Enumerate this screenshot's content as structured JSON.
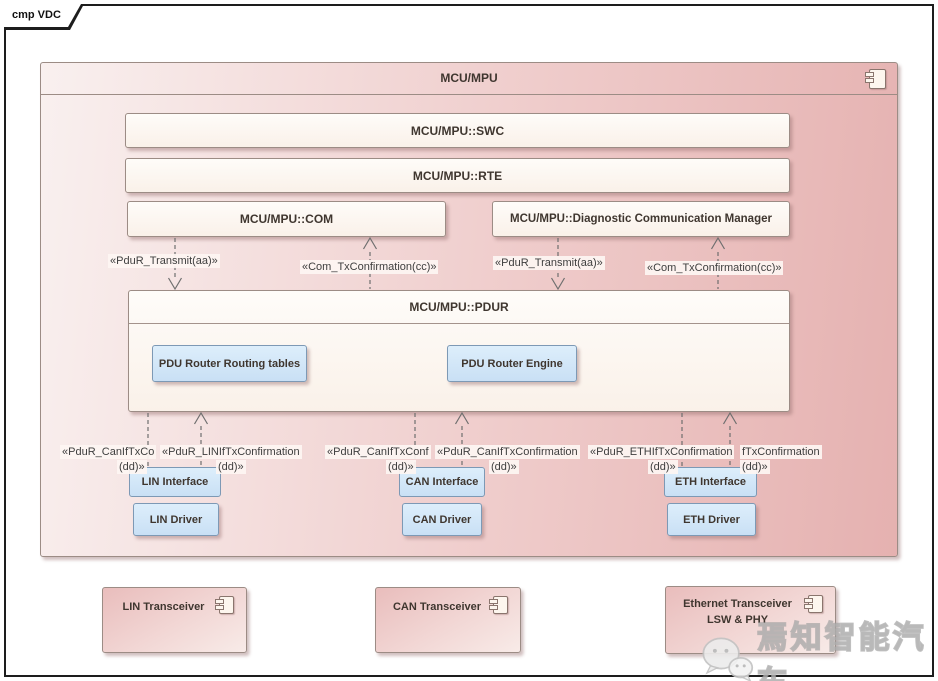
{
  "frame": {
    "tab": "cmp VDC"
  },
  "mcu": {
    "title": "MCU/MPU",
    "swc": "MCU/MPU::SWC",
    "rte": "MCU/MPU::RTE",
    "com": "MCU/MPU::COM",
    "dcm": "MCU/MPU::Diagnostic Communication Manager",
    "pdur": {
      "title": "MCU/MPU::PDUR",
      "routing_tables": "PDU Router Routing tables",
      "engine": "PDU Router Engine"
    },
    "lin": {
      "interface": "LIN Interface",
      "driver": "LIN Driver"
    },
    "can": {
      "interface": "CAN Interface",
      "driver": "CAN Driver"
    },
    "eth": {
      "interface": "ETH Interface",
      "driver": "ETH Driver"
    }
  },
  "connector_labels": {
    "pdur_transmit": "«PduR_Transmit(aa)»",
    "com_txconfirmation": "«Com_TxConfirmation(cc)»",
    "canif_clipped": "«PduR_CanIfTxCo",
    "linif": "«PduR_LINIfTxConfirmation",
    "canif_short": "«PduR_CanIfTxConf",
    "canif_full": "«PduR_CanIfTxConfirmation",
    "ethif": "«PduR_ETHIfTxConfirmation",
    "ethif_clipped": "fTxConfirmation",
    "dd": "(dd)»"
  },
  "transceivers": {
    "lin": "LIN Transceiver",
    "can": "CAN Transceiver",
    "eth_line1": "Ethernet Transceiver",
    "eth_line2": "LSW & PHY"
  },
  "watermark": {
    "text": "焉知智能汽车"
  },
  "colors": {
    "pink_dark": "#e5b1b0",
    "pink_light": "#f9f0ef",
    "cream": "#fdf8f2",
    "blue_fill": "#cfe3f7",
    "blue_border": "#7d99b5",
    "wire_gray": "#6f6f6f",
    "border_brown": "#9c8c85",
    "frame_black": "#1d1d1d"
  }
}
